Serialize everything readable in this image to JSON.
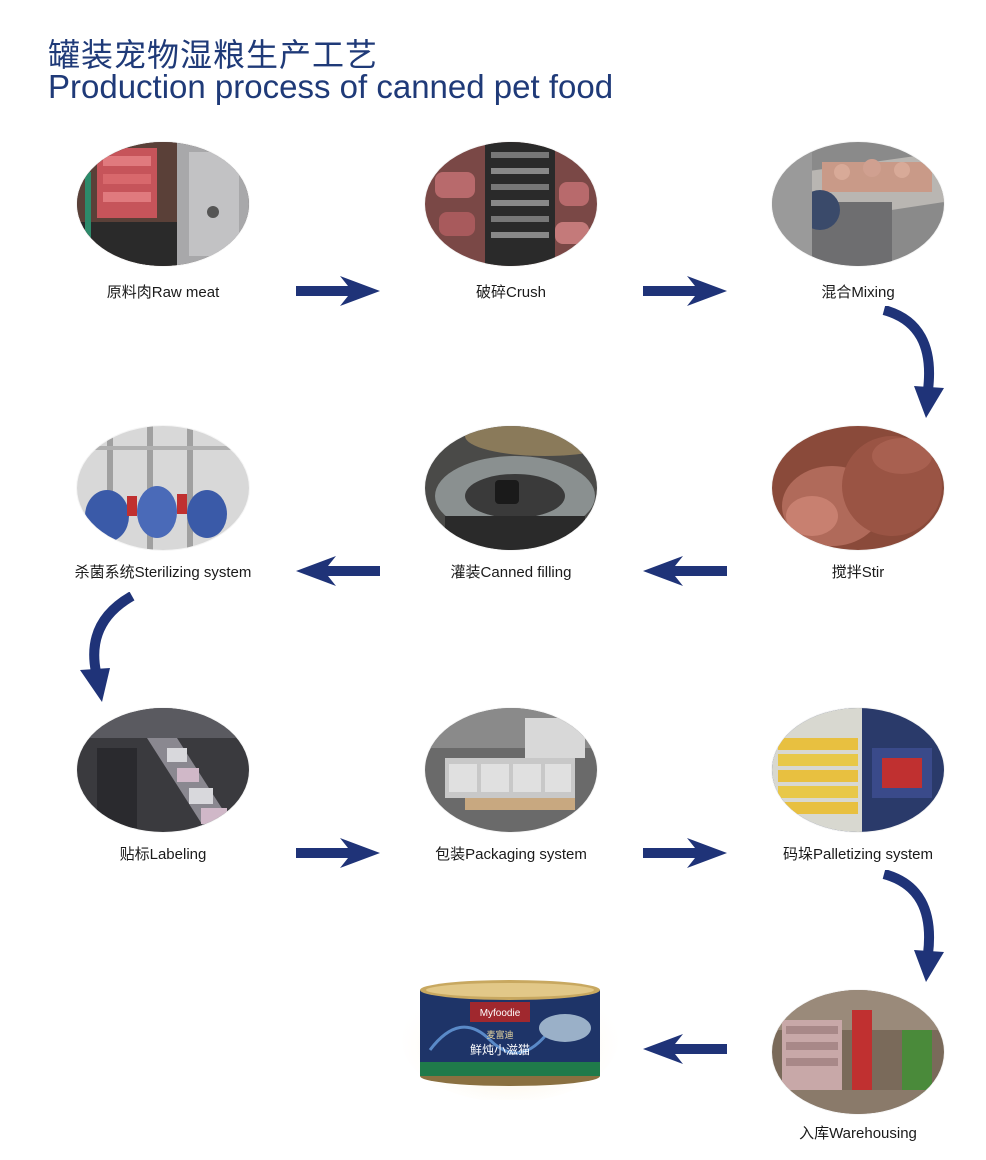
{
  "title": {
    "cn": "罐装宠物湿粮生产工艺",
    "en": "Production process of canned pet food"
  },
  "steps": [
    {
      "id": "raw-meat",
      "label": "原料肉Raw meat"
    },
    {
      "id": "crush",
      "label": "破碎Crush"
    },
    {
      "id": "mixing",
      "label": "混合Mixing"
    },
    {
      "id": "stir",
      "label": "搅拌Stir"
    },
    {
      "id": "canned-filling",
      "label": "灌装Canned filling"
    },
    {
      "id": "sterilizing",
      "label": "杀菌系统Sterilizing system"
    },
    {
      "id": "labeling",
      "label": "贴标Labeling"
    },
    {
      "id": "packaging",
      "label": "包装Packaging system"
    },
    {
      "id": "palletizing",
      "label": "码垛Palletizing system"
    },
    {
      "id": "warehousing",
      "label": "入库Warehousing"
    }
  ],
  "product": {
    "brand": "Myfoodie",
    "brand_cn": "麦富迪",
    "name_cn": "鲜炖小滋猫"
  },
  "colors": {
    "accent": "#1f3a78",
    "arrow": "#1f3378"
  }
}
